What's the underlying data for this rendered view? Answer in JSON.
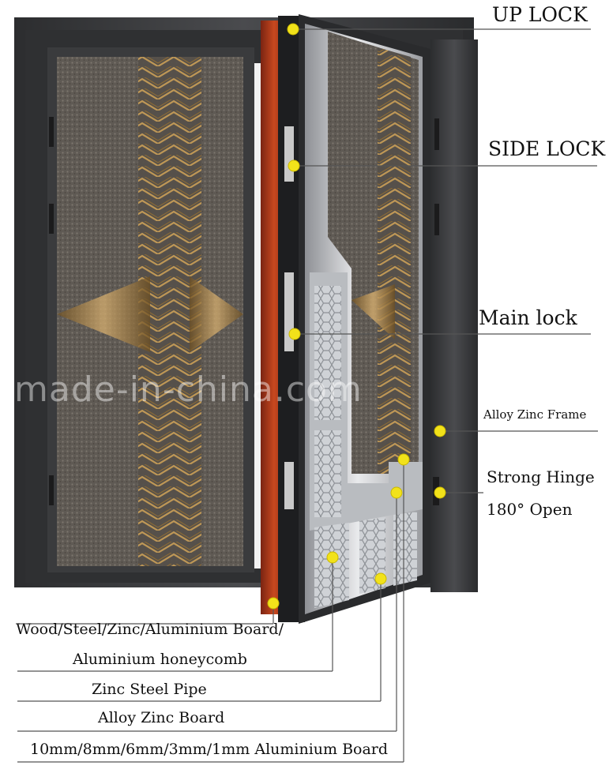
{
  "watermark": "made-in-china.com",
  "labels": {
    "up_lock": "UP LOCK",
    "side_lock": "SIDE LOCK",
    "main_lock": "Main lock",
    "alloy_zinc_frame": "Alloy Zinc Frame",
    "strong_hinge": "Strong Hinge",
    "open_180": "180° Open",
    "board_line1": "Wood/Steel/Zinc/Aluminium Board/",
    "board_line2": "Aluminium honeycomb",
    "zinc_steel_pipe": "Zinc Steel Pipe",
    "alloy_zinc_board": "Alloy Zinc Board",
    "aluminium_board": "10mm/8mm/6mm/3mm/1mm Aluminium Board"
  },
  "colors": {
    "marker": "#f2e21a",
    "frame": "#3b3c3e",
    "door_red": "#b23a1c",
    "bronze": "#b08a4a",
    "texture": "#6b665f",
    "leader_line": "#555555"
  }
}
